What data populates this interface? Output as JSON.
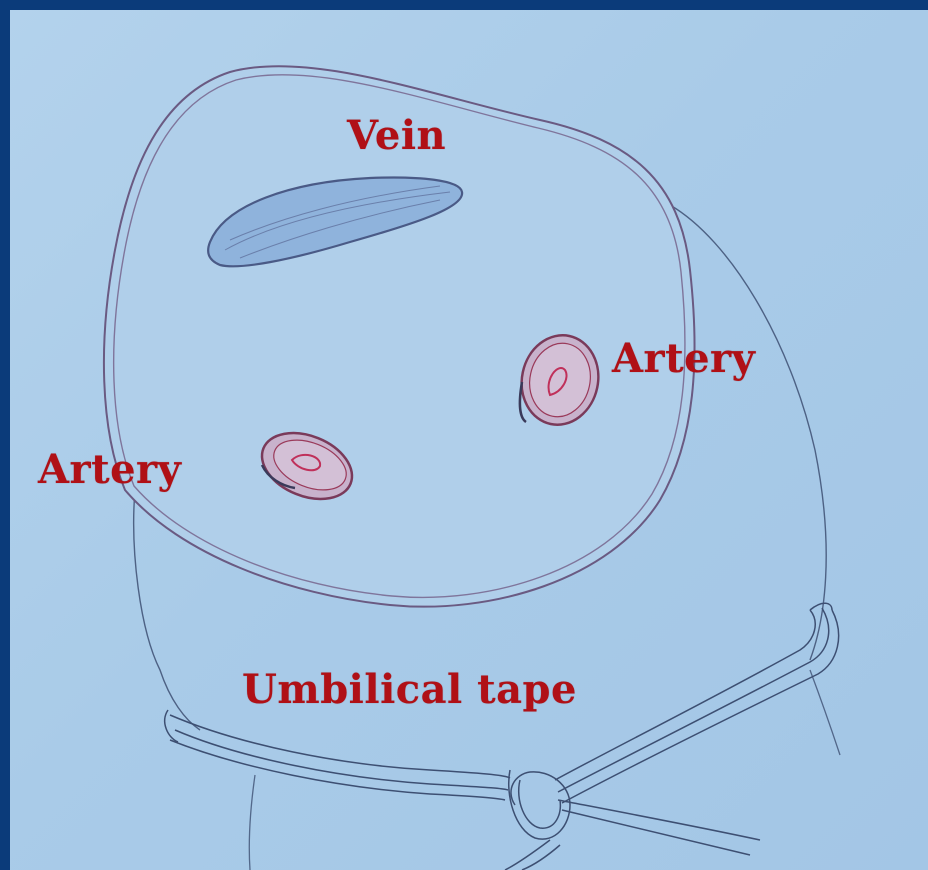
{
  "labels": {
    "vein": "Vein",
    "artery_right": "Artery",
    "artery_left": "Artery",
    "tape": "Umbilical tape"
  },
  "colors": {
    "frame": "#0b3b7a",
    "paper": "#a9cbe8",
    "label": "#b01016",
    "pencil": "#3d4f72",
    "artery_wall": "#9a3a5a"
  }
}
